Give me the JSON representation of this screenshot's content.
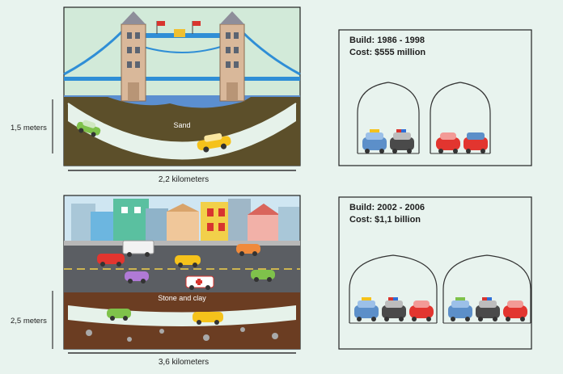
{
  "panels": [
    {
      "ground_label": "Sand",
      "depth_label": "1,5 meters",
      "length_label": "2,2 kilometers",
      "build": "Build: 1986 - 1998",
      "cost": "Cost: $555 million"
    },
    {
      "ground_label": "Stone and clay",
      "depth_label": "2,5 meters",
      "length_label": "3,6 kilometers",
      "build": "Build: 2002 - 2006",
      "cost": "Cost: $1,1 billion"
    }
  ],
  "colors": {
    "background": "#e8f3ee",
    "sky_top": "#c9e4d6",
    "river": "#5b8fd0",
    "bridge_blue": "#2f8ed6",
    "tower": "#d9b89a",
    "sand_dark": "#5c4f2a",
    "tunnel_light": "#e6f2ea",
    "soil": "#6b3d22",
    "road": "#5b5e63",
    "taxi": "#f5c21b",
    "red_car": "#e2352f",
    "green_car": "#7fc24b",
    "blue_car": "#5c8fc9"
  }
}
